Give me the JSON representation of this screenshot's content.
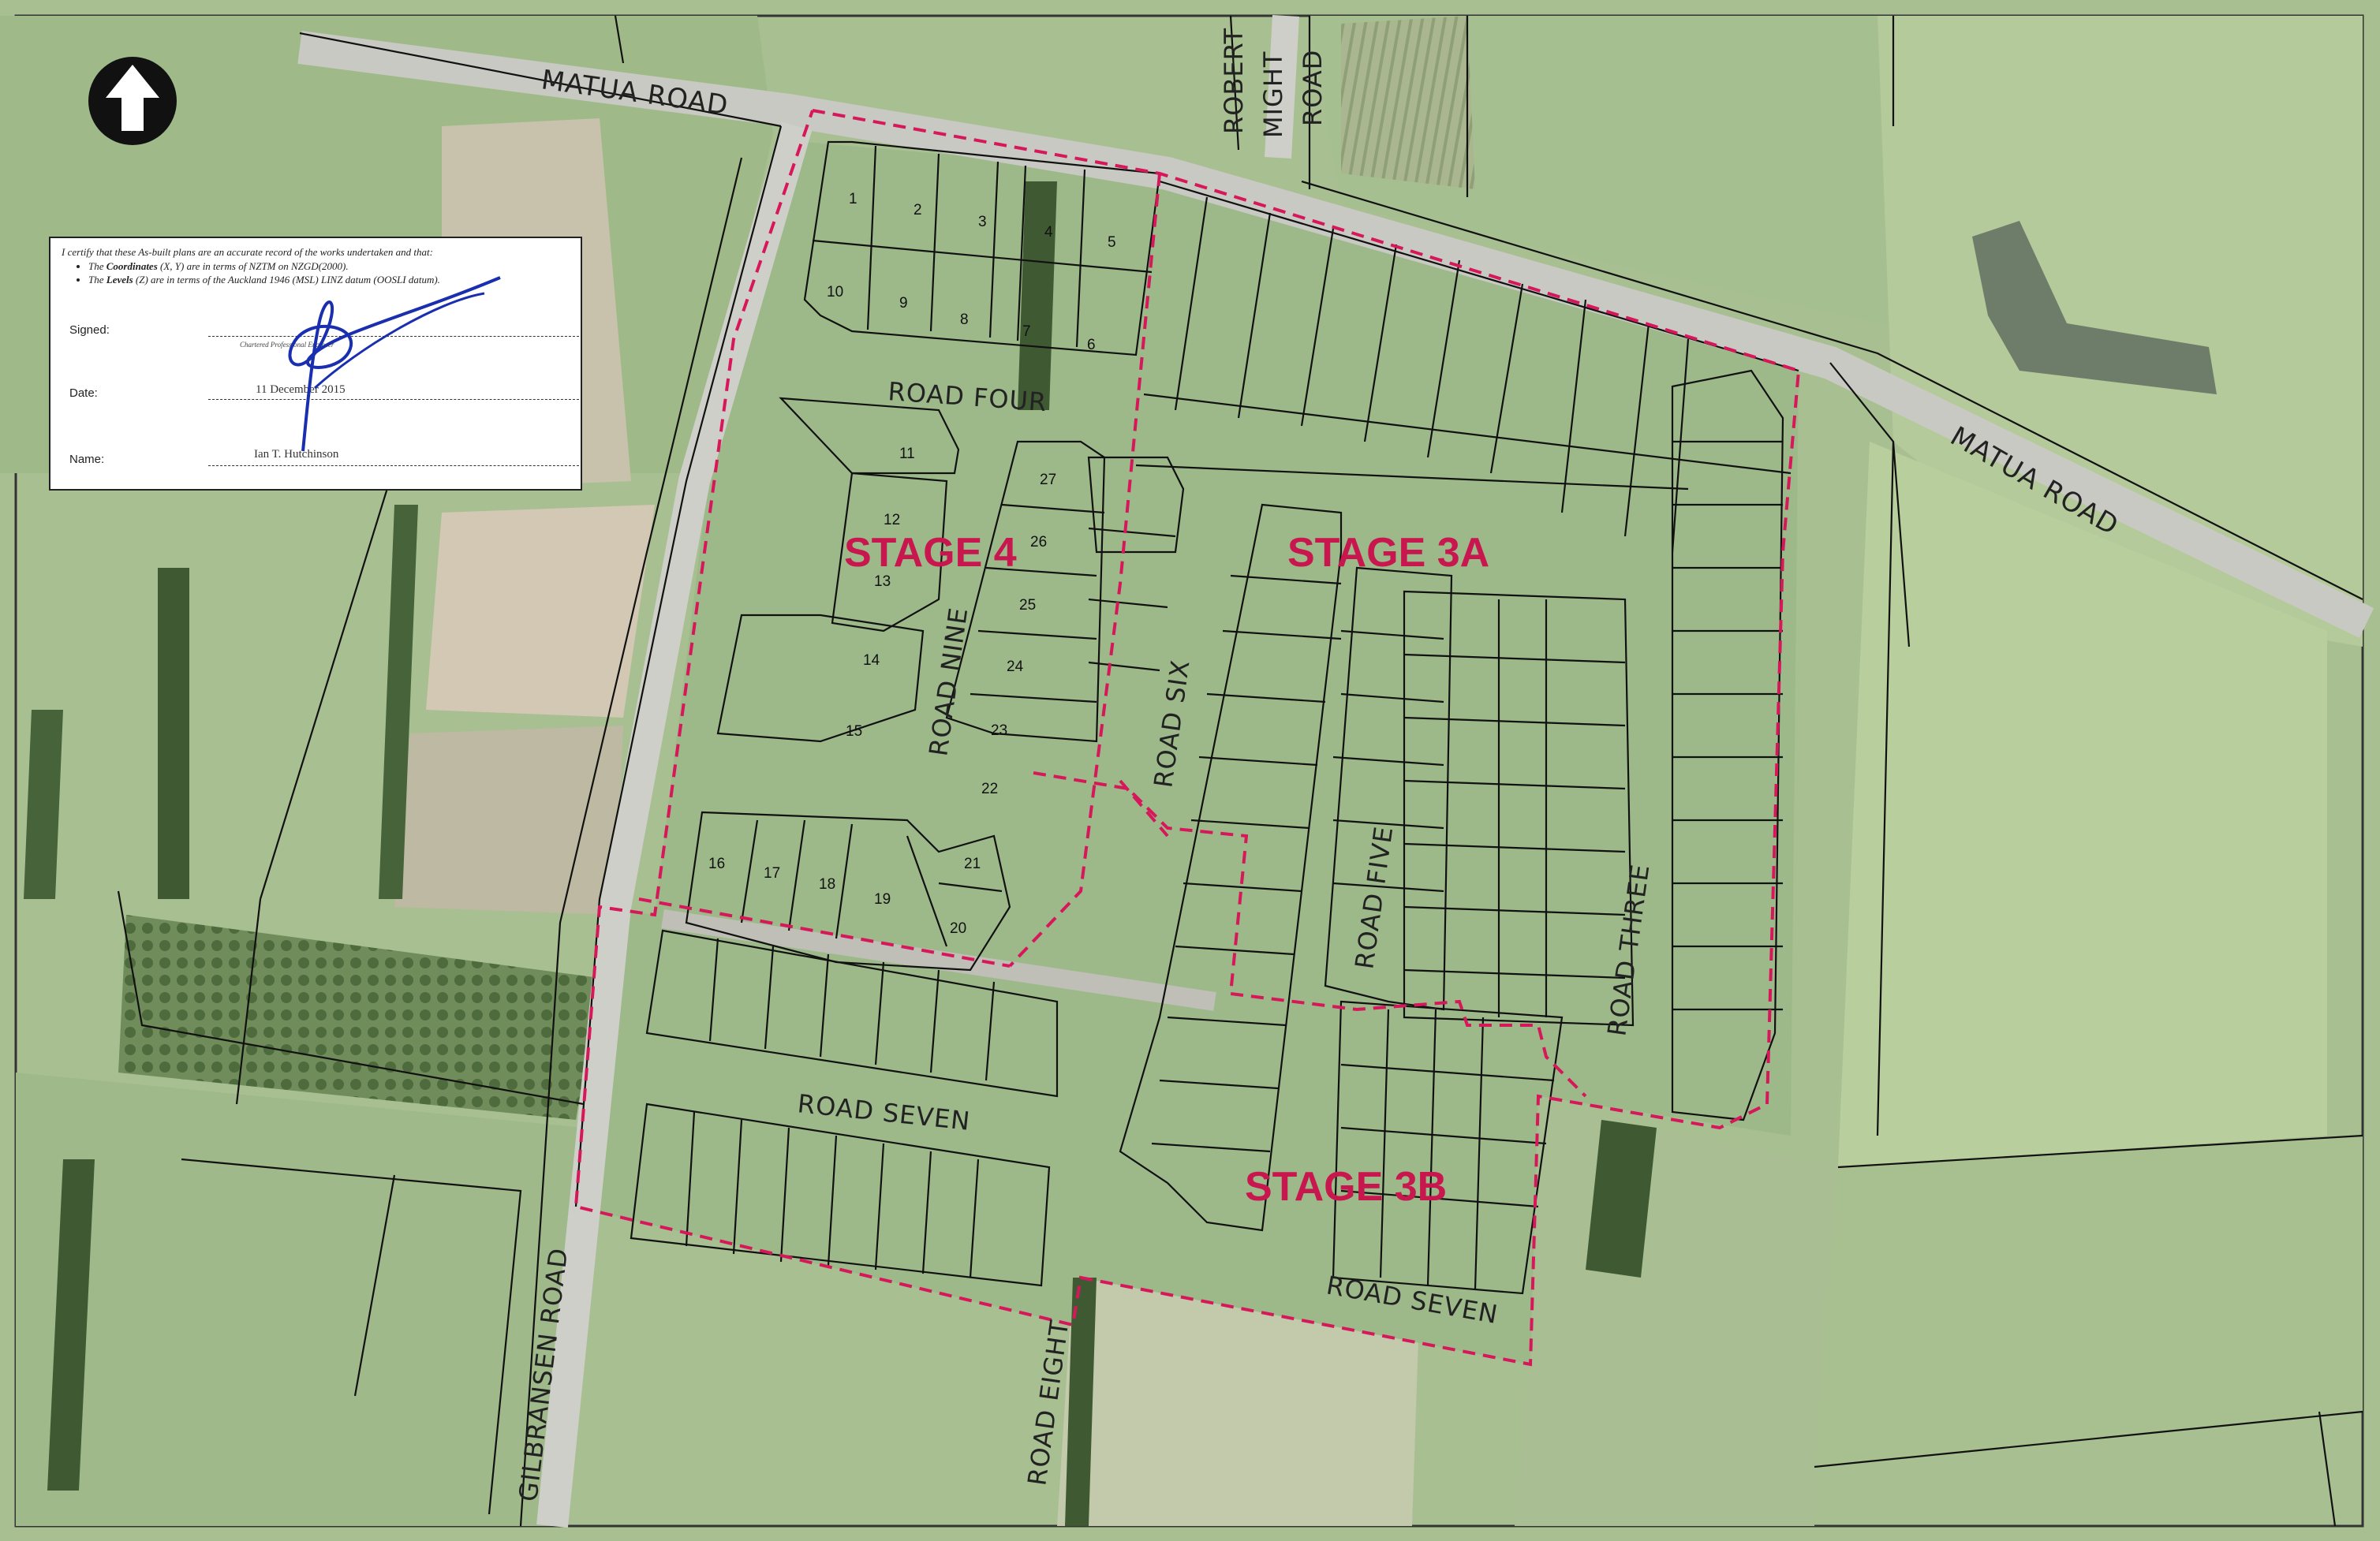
{
  "certificate": {
    "statement": "I certify that these As-built plans are an accurate record of the works undertaken and that:",
    "bullet1_prefix": "The ",
    "bullet1_bold": "Coordinates",
    "bullet1_rest": " (X, Y) are in terms of NZTM on NZGD(2000).",
    "bullet2_prefix": "The ",
    "bullet2_bold": "Levels",
    "bullet2_rest": " (Z) are in terms of the Auckland 1946 (MSL) LINZ datum (OOSLI datum).",
    "signed_label": "Signed:",
    "signed_sub": "Chartered Professional Engineer",
    "date_label": "Date:",
    "date_value": "11 December 2015",
    "name_label": "Name:",
    "name_value": "Ian T. Hutchinson"
  },
  "roads": {
    "matua_1": "MATUA ROAD",
    "matua_2": "MATUA ROAD",
    "robert_1": "ROBERT",
    "robert_2": "MIGHT",
    "robert_3": "ROAD",
    "four": "ROAD FOUR",
    "nine": "ROAD NINE",
    "six": "ROAD SIX",
    "five": "ROAD FIVE",
    "three": "ROAD THREE",
    "seven_1": "ROAD SEVEN",
    "seven_2": "ROAD SEVEN",
    "eight": "ROAD EIGHT",
    "gilbransen": "GILBRANSEN ROAD"
  },
  "stages": {
    "stage4": "STAGE 4",
    "stage3a": "STAGE 3A",
    "stage3b": "STAGE 3B"
  },
  "lots": [
    "1",
    "2",
    "3",
    "4",
    "5",
    "6",
    "7",
    "8",
    "9",
    "10",
    "11",
    "12",
    "13",
    "14",
    "15",
    "16",
    "17",
    "18",
    "19",
    "20",
    "21",
    "22",
    "23",
    "24",
    "25",
    "26",
    "27"
  ],
  "colors": {
    "stage_boundary": "#d6185a",
    "stage_text": "#c8174e",
    "lot_lines": "#111111",
    "grass": "#9db98a",
    "road": "#c9c9c4"
  },
  "icons": {
    "north_arrow": "north-arrow-icon",
    "signature": "signature-mark"
  }
}
